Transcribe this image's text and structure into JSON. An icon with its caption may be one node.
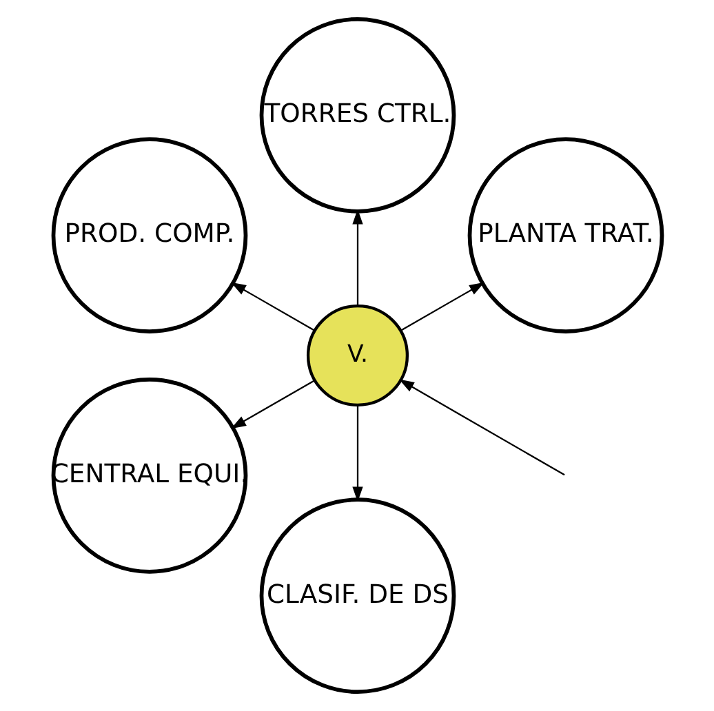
{
  "diagram": {
    "nodes": [
      {
        "text": [
          "PLANTA TRAT."
        ]
      },
      {
        "text": [
          "TORRES CTRL."
        ]
      },
      {
        "text": [
          "V."
        ]
      },
      {
        "text": [
          "PROD. COMP."
        ]
      },
      {
        "text": [
          "CENTRAL EQUI."
        ]
      },
      {
        "text": [
          "CLASIF. DE DS"
        ]
      }
    ],
    "edges": [
      {
        "from": 2,
        "to": 0,
        "arrow": "to"
      },
      {
        "from": 2,
        "to": 1,
        "arrow": "to"
      },
      {
        "from": 2,
        "to": 3,
        "arrow": "to"
      },
      {
        "from": 2,
        "to": 4,
        "arrow": "to"
      },
      {
        "from": 2,
        "to": 5,
        "arrow": "to"
      },
      {
        "from": null,
        "to": 2,
        "arrow": "to"
      }
    ]
  }
}
